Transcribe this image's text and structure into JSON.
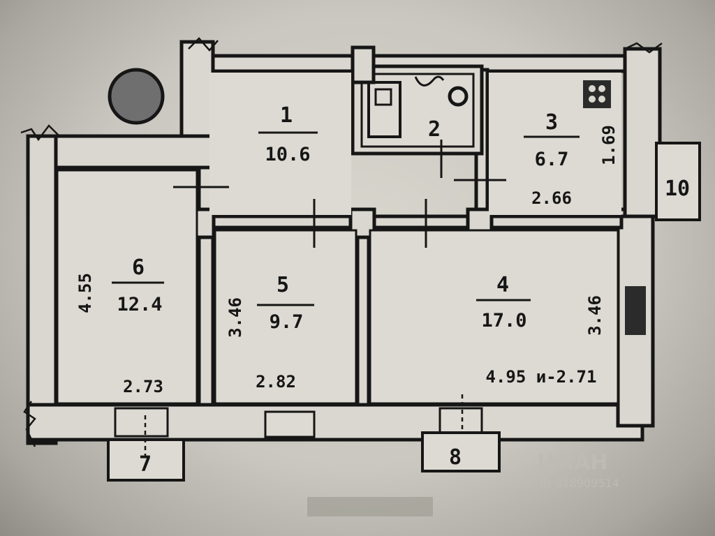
{
  "rooms": [
    {
      "id": "1",
      "number": "1",
      "area": "10.6"
    },
    {
      "id": "2",
      "number": "2",
      "area": ""
    },
    {
      "id": "3",
      "number": "3",
      "area": "6.7"
    },
    {
      "id": "4",
      "number": "4",
      "area": "17.0"
    },
    {
      "id": "5",
      "number": "5",
      "area": "9.7"
    },
    {
      "id": "6",
      "number": "6",
      "area": "12.4"
    },
    {
      "id": "7",
      "number": "7",
      "area": ""
    },
    {
      "id": "8",
      "number": "8",
      "area": ""
    },
    {
      "id": "10",
      "number": "10",
      "area": ""
    }
  ],
  "dimensions": {
    "room6_height": "4.55",
    "room6_width": "2.73",
    "room5_height": "3.46",
    "room5_width": "2.82",
    "room4_height": "3.46",
    "room4_width": "4.95 и-2.71",
    "room3_width": "2.66",
    "room3_height": "1.69"
  },
  "watermark": {
    "brand": "ЦИАН",
    "id": "ID 318909514"
  },
  "colors": {
    "ink": "#161616",
    "paper": "#d9d7cf",
    "photo_edge": "#8e8c85"
  }
}
